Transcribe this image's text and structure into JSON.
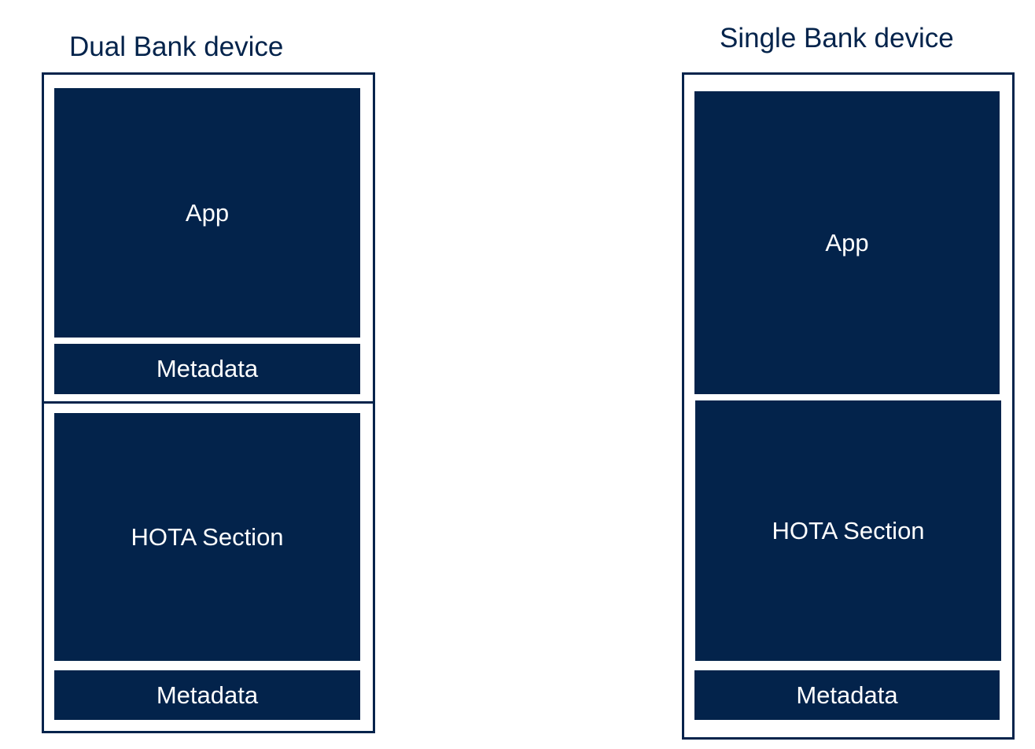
{
  "colors": {
    "navy": "#03234b",
    "background": "#ffffff",
    "text_on_block": "#ffffff"
  },
  "dual_bank": {
    "title": "Dual Bank device",
    "bank1": {
      "app_label": "App",
      "metadata_label": "Metadata"
    },
    "bank2": {
      "hota_label": "HOTA Section",
      "metadata_label": "Metadata"
    }
  },
  "single_bank": {
    "title": "Single Bank device",
    "app_label": "App",
    "hota_label": "HOTA Section",
    "metadata_label": "Metadata"
  }
}
